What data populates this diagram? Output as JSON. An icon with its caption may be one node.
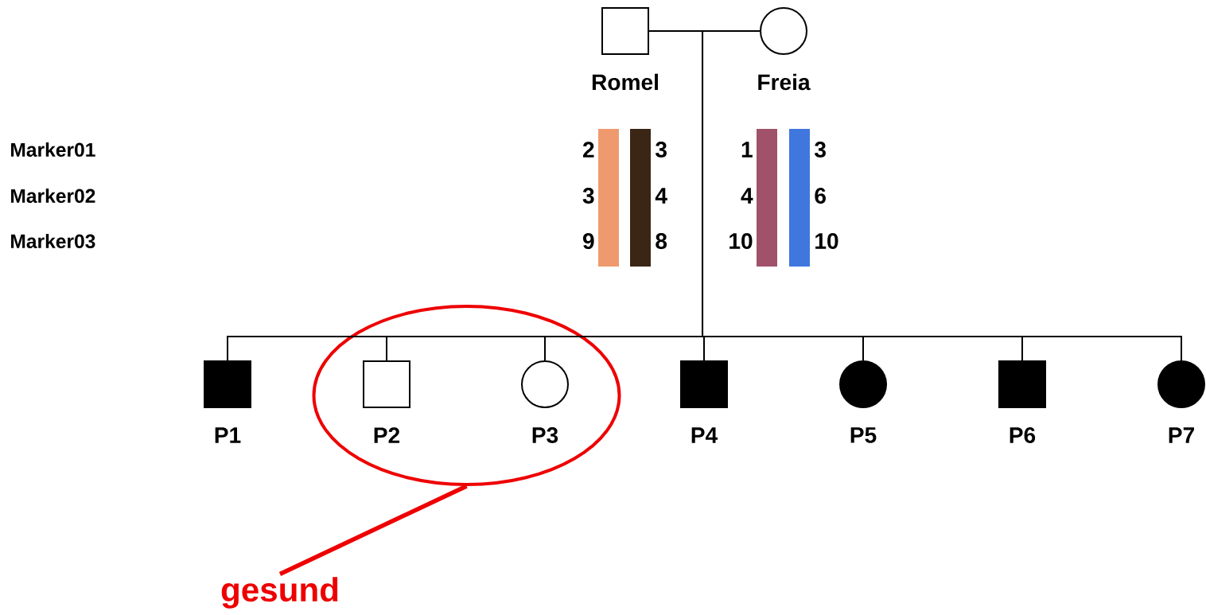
{
  "diagram": {
    "nodes": [
      {
        "text": [
          "Romel"
        ]
      },
      {
        "text": [
          "Freia"
        ]
      },
      {
        "text": [],
        "shape": "bar",
        "beside": [
          "2",
          "3",
          "9"
        ]
      },
      {
        "text": [],
        "shape": "bar",
        "beside": [
          "3",
          "4",
          "8"
        ]
      },
      {
        "text": [],
        "shape": "bar",
        "beside": [
          "1",
          "4",
          "10"
        ]
      },
      {
        "text": [],
        "shape": "bar",
        "beside": [
          "3",
          "6",
          "10"
        ]
      },
      {
        "text": [
          "P1"
        ]
      },
      {
        "text": [],
        "shape": "ellipse"
      },
      {
        "text": [
          "P2"
        ],
        "in": 7
      },
      {
        "text": [
          "P3"
        ],
        "in": 7
      },
      {
        "text": [
          "P4"
        ]
      },
      {
        "text": [
          "P5"
        ]
      },
      {
        "text": [
          "P6"
        ]
      },
      {
        "text": [
          "P7"
        ]
      },
      {
        "text": [
          "gesund"
        ]
      }
    ],
    "edges": [
      {
        "from": 0,
        "to": 1,
        "arrow": "none"
      },
      {
        "from": 0,
        "to": 6,
        "arrow": "none"
      },
      {
        "from": 1,
        "to": 6,
        "arrow": "none"
      },
      {
        "from": 0,
        "to": 8,
        "arrow": "none"
      },
      {
        "from": 1,
        "to": 8,
        "arrow": "none"
      },
      {
        "from": 0,
        "to": 9,
        "arrow": "none"
      },
      {
        "from": 1,
        "to": 9,
        "arrow": "none"
      },
      {
        "from": 0,
        "to": 10,
        "arrow": "none"
      },
      {
        "from": 1,
        "to": 10,
        "arrow": "none"
      },
      {
        "from": 0,
        "to": 11,
        "arrow": "none"
      },
      {
        "from": 1,
        "to": 11,
        "arrow": "none"
      },
      {
        "from": 0,
        "to": 12,
        "arrow": "none"
      },
      {
        "from": 1,
        "to": 12,
        "arrow": "none"
      },
      {
        "from": 0,
        "to": 13,
        "arrow": "none"
      },
      {
        "from": 1,
        "to": 13,
        "arrow": "none"
      },
      {
        "from": 14,
        "to": 7,
        "arrow": "none",
        "style": "thick",
        "color": "#ee0000"
      }
    ],
    "labels": [
      "Marker01",
      "Marker02",
      "Marker03"
    ]
  }
}
